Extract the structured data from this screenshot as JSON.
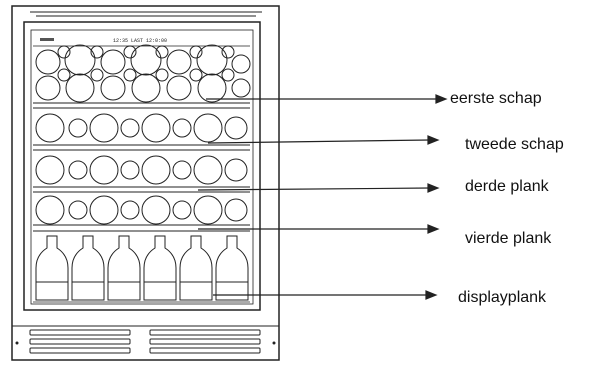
{
  "diagram": {
    "labels": [
      {
        "id": "eerste-schap",
        "text": "eerste schap"
      },
      {
        "id": "tweede-schap",
        "text": "tweede schap"
      },
      {
        "id": "derde-plank",
        "text": "derde plank"
      },
      {
        "id": "vierde-plank",
        "text": "vierde plank"
      },
      {
        "id": "displayplank",
        "text": "displayplank"
      }
    ],
    "display_readout": "12:35 LAST 12:0:00",
    "colors": {
      "line": "#222222",
      "text": "#111111",
      "background": "#ffffff"
    }
  }
}
